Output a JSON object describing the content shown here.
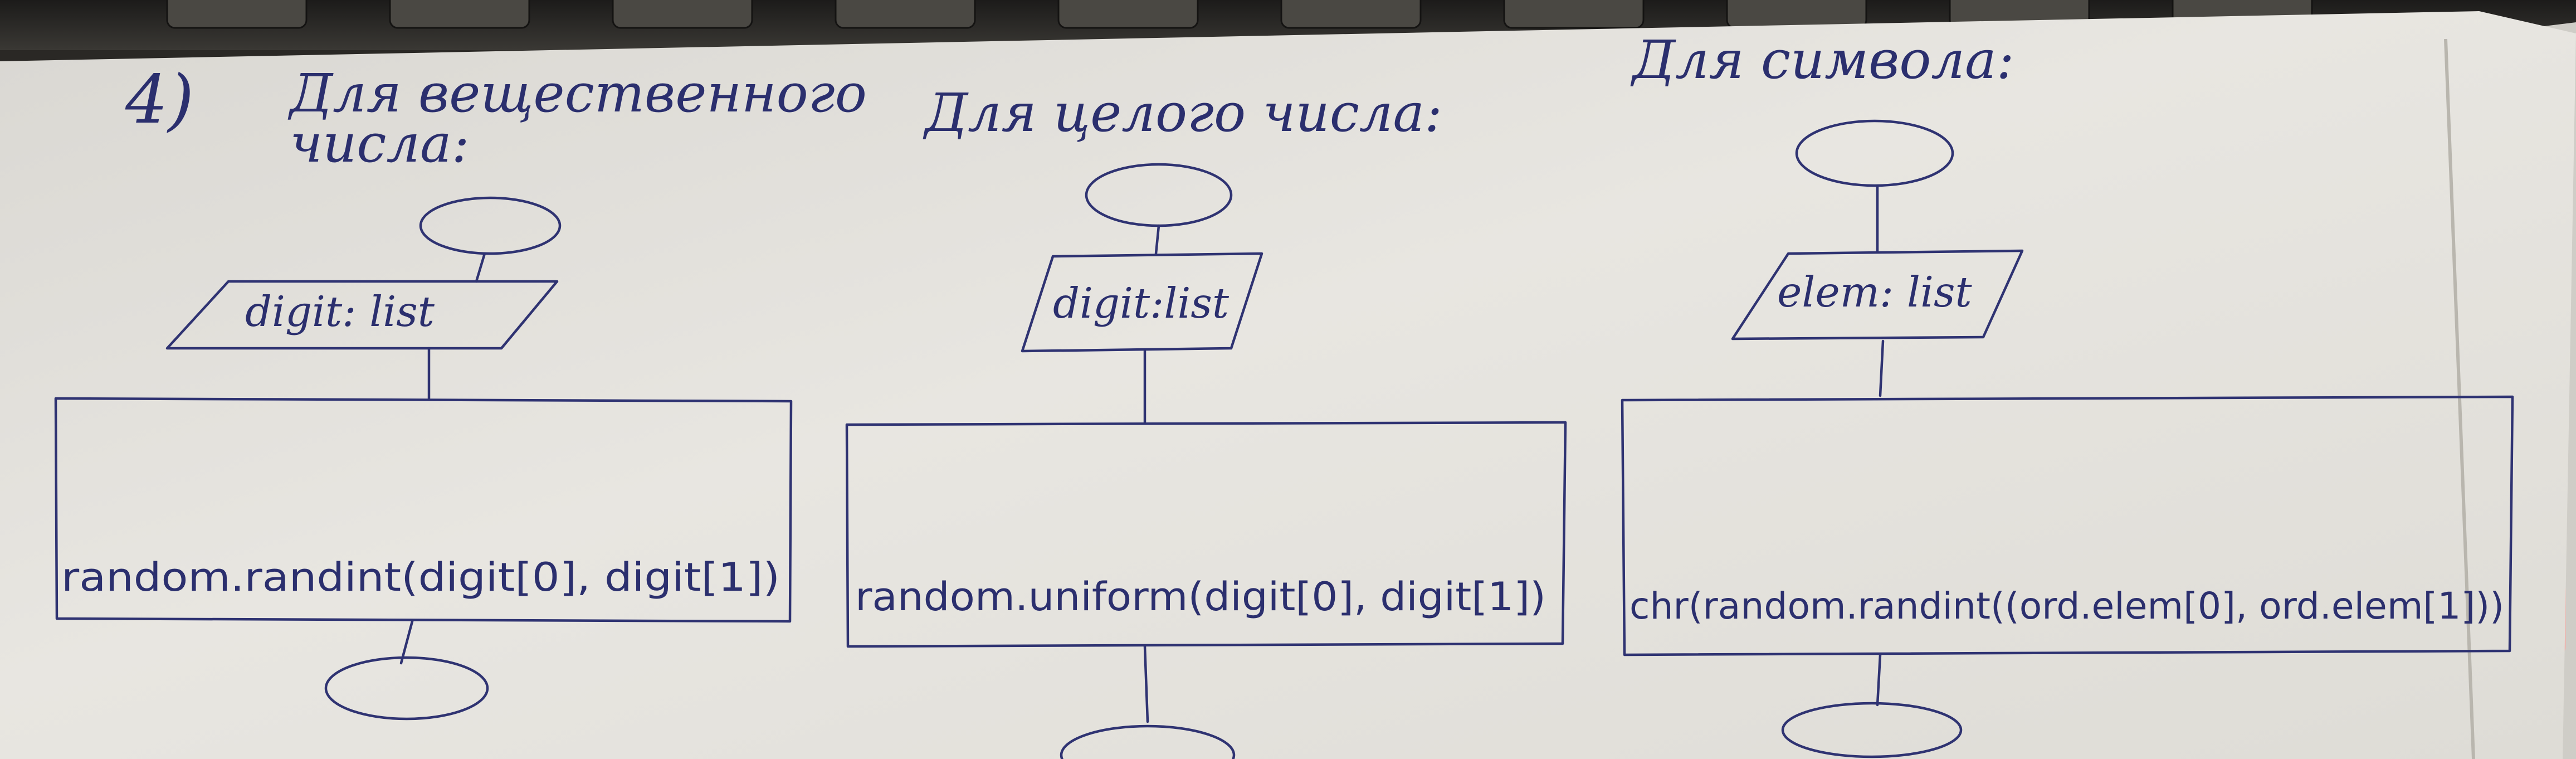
{
  "note_page": {
    "item_number": "4)"
  },
  "flowcharts": [
    {
      "heading": [
        "Для вещественного",
        "числа:"
      ],
      "parameter": "digit: list",
      "process": "random.randint(digit[0], digit[1])"
    },
    {
      "heading": [
        "Для целого числа:"
      ],
      "parameter": "digit:list",
      "process": "random.uniform(digit[0], digit[1])"
    },
    {
      "heading": [
        "Для символа:"
      ],
      "parameter": "elem: list",
      "process": "chr(random.randint((ord.elem[0], ord.elem[1]))"
    }
  ],
  "colors": {
    "paper": "#e7e5e0",
    "ink": "#2f3372",
    "background": "#2a2825"
  }
}
